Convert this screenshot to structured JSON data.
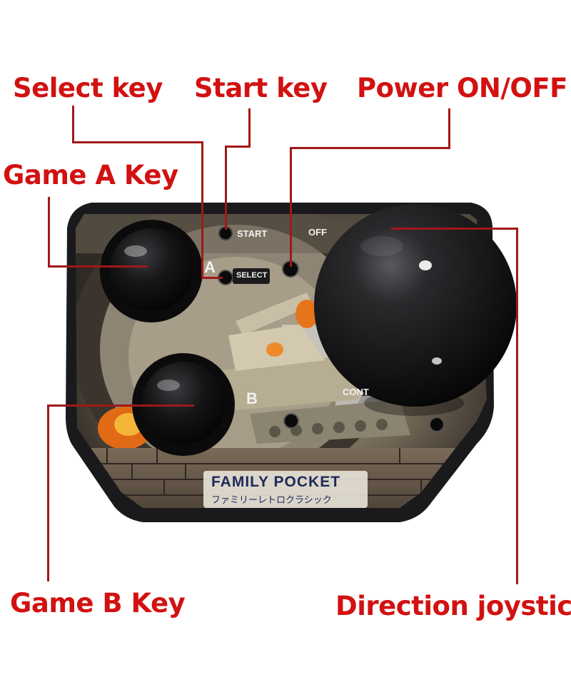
{
  "labels": {
    "select_key": "Select key",
    "start_key": "Start key",
    "power": "Power ON/OFF",
    "game_a": "Game A Key",
    "game_b": "Game B Key",
    "joystick": "Direction joystick"
  },
  "panel": {
    "start": "START",
    "off": "OFF",
    "select": "SELECT",
    "a": "A",
    "b": "B",
    "cont": "CONT",
    "brand": "FAMILY POCKET",
    "brand_sub": "ファミリーレトロクラシック"
  },
  "colors": {
    "callout": "#d21111",
    "leader": "#a01818",
    "device_body": "#1a1a1c",
    "button": "#0c0c0d"
  }
}
